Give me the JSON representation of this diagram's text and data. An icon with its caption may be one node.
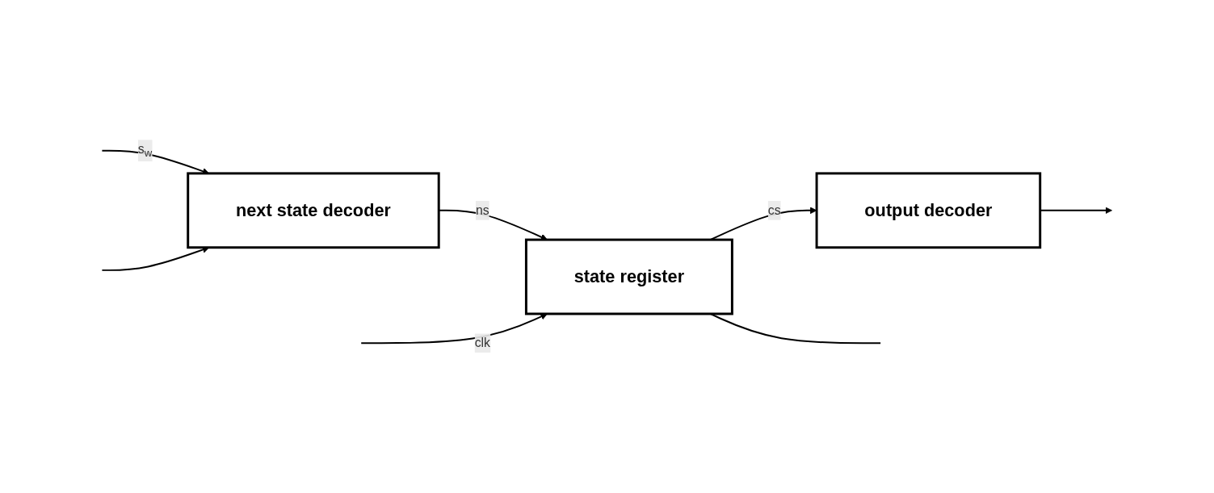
{
  "diagram": {
    "nodes": [
      {
        "text": [
          "next state decoder"
        ]
      },
      {
        "text": [
          "state register"
        ]
      },
      {
        "text": [
          "output decoder"
        ]
      }
    ],
    "edges": [
      {
        "from": null,
        "to": 0,
        "arrow": "to",
        "label": "s$_{w}$"
      },
      {
        "from": 0,
        "to": 1,
        "arrow": "to",
        "label": "ns"
      },
      {
        "from": 1,
        "to": 2,
        "arrow": "to",
        "label": "cs"
      },
      {
        "from": 1,
        "to": null,
        "arrow": "none"
      },
      {
        "from": null,
        "to": 0,
        "arrow": "to"
      },
      {
        "from": null,
        "to": 1,
        "arrow": "to",
        "label": "clk"
      },
      {
        "from": 2,
        "to": null,
        "arrow": "to"
      }
    ]
  }
}
